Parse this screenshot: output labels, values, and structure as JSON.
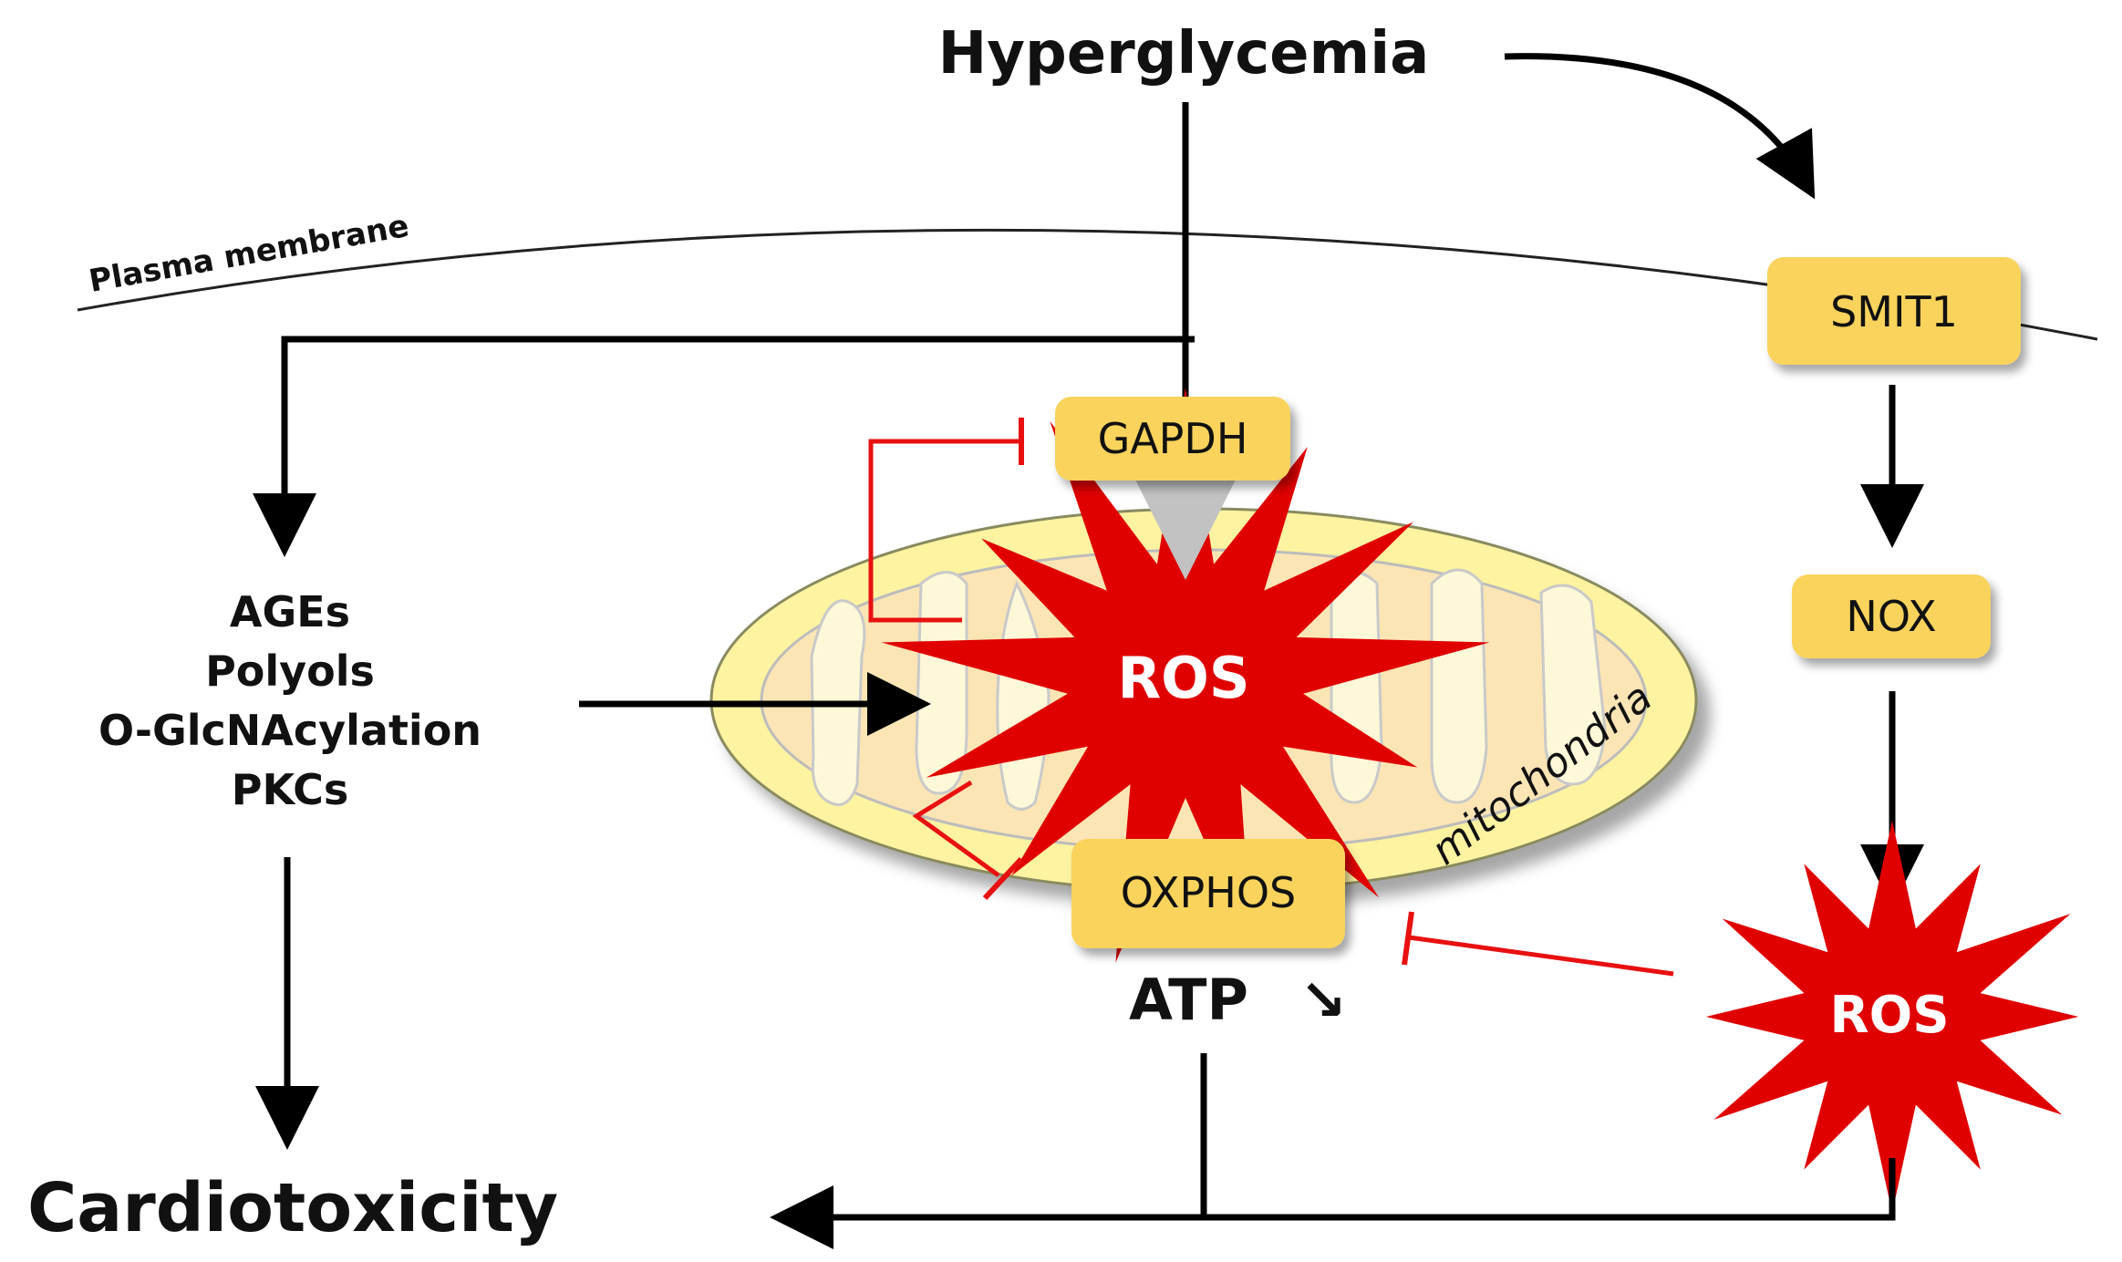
{
  "title": "Hyperglycemia",
  "membrane_label": "Plasma membrane",
  "mitochondria_label": "mitochondria",
  "nodes": {
    "smit1": "SMIT1",
    "gapdh": "GAPDH",
    "nox": "NOX",
    "oxphos": "OXPHOS",
    "ros_mito": "ROS",
    "ros_right": "ROS"
  },
  "pathway_items": [
    "AGEs",
    "Polyols",
    "O-GlcNAcylation",
    "PKCs"
  ],
  "atp_label": "ATP",
  "atp_arrow": "↘",
  "outcome": "Cardiotoxicity",
  "colors": {
    "node_fill": "#f9d35c",
    "ros_fill": "#e00000",
    "inhibit_line": "#e81010",
    "arrow": "#000000",
    "membrane": "#222222",
    "mito_outer": "#fdf3a0",
    "mito_inner": "#fce5b5"
  }
}
